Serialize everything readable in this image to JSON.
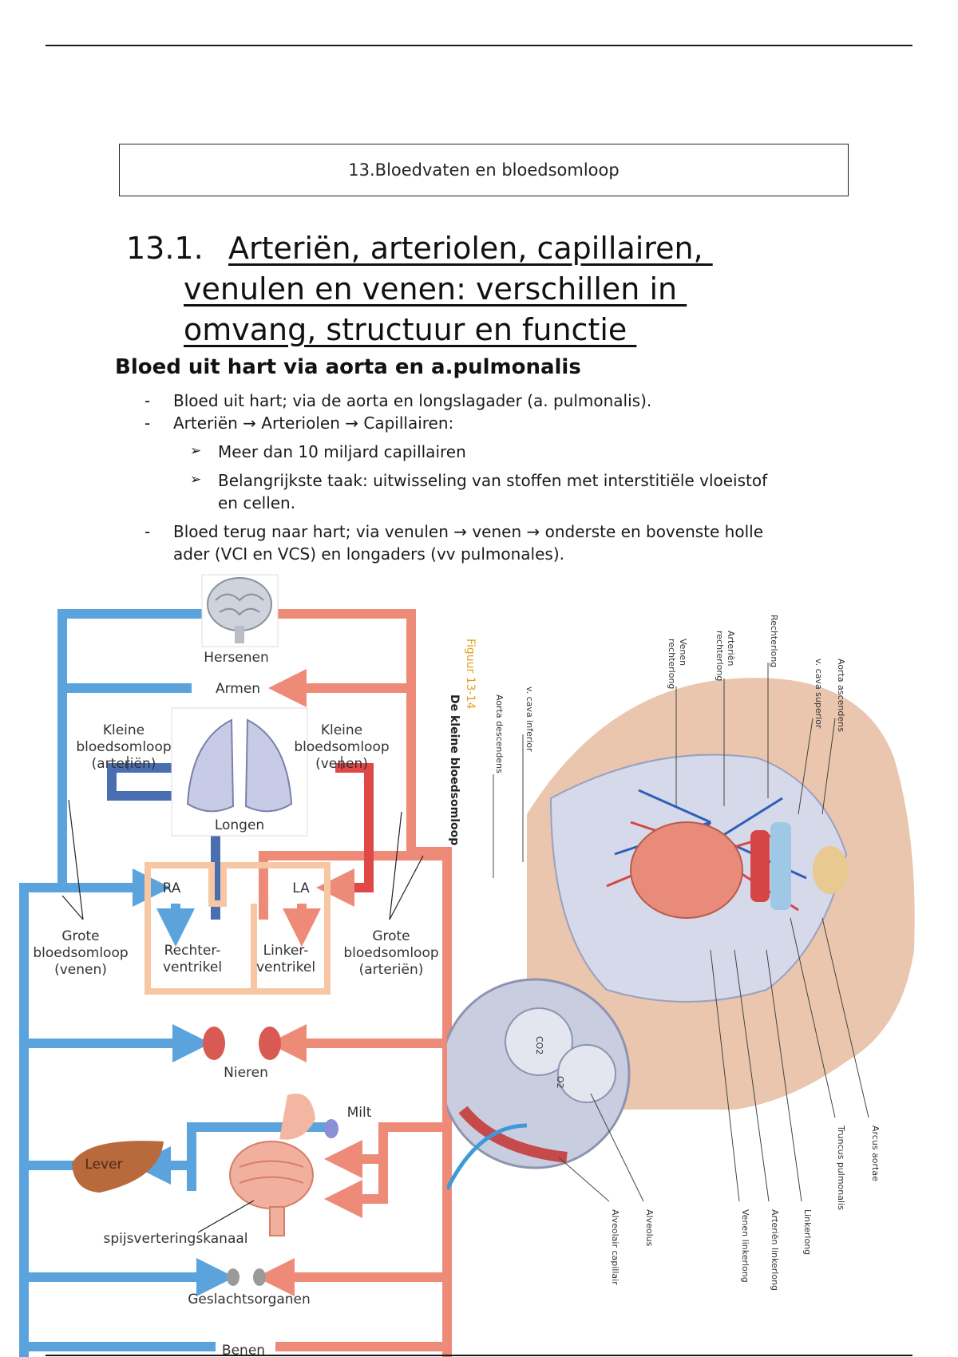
{
  "chapter": {
    "title": "13.Bloedvaten en bloedsomloop"
  },
  "section": {
    "number": "13.1.",
    "title_line1": "Arteriën, arteriolen, capillairen, ",
    "title_line2": "venulen en venen: verschillen in ",
    "title_line3": "omvang, structuur en functie "
  },
  "subheading": "Bloed uit hart via aorta en a.pulmonalis",
  "bullets": {
    "b1": "Bloed uit hart; via de aorta en longslagader (a. pulmonalis).",
    "b2": "Arteriën → Arteriolen → Capillairen:",
    "sub1": "Meer dan 10 miljard capillairen",
    "sub2_l1": "Belangrijkste taak: uitwisseling van stoffen met interstitiële vloeistof",
    "sub2_l2": "en cellen.",
    "b3_l1": "Bloed terug naar hart; via venulen → venen → onderste en bovenste holle",
    "b3_l2": "ader (VCI en VCS) en longaders (vv pulmonales)."
  },
  "figure_left": {
    "hersenen": "Hersenen",
    "armen": "Armen",
    "kleine_l1": "Kleine",
    "kleine_l2": "bloedsomloop",
    "kleine_art": "(arteriën)",
    "kleine_ven": "(venen)",
    "longen": "Longen",
    "ra": "RA",
    "la": "LA",
    "grote": "Grote",
    "grote_l2": "bloedsomloop",
    "grote_ven": "(venen)",
    "grote_art": "(arteriën)",
    "rechter_l1": "Rechter-",
    "rechter_l2": "ventrikel",
    "linker_l1": "Linker-",
    "linker_l2": "ventrikel",
    "nieren": "Nieren",
    "milt": "Milt",
    "lever": "Lever",
    "spijs": "spijsverteringskanaal",
    "geslacht": "Geslachtsorganen",
    "benen": "Benen",
    "colors": {
      "vein": "#5aa3dc",
      "artery": "#ee8a78",
      "vein_dark": "#4a6fb0",
      "artery_dark": "#e04848"
    }
  },
  "figure_right": {
    "fig_label": "Figuur 13-14",
    "fig_title": "De kleine bloedsomloop",
    "labels": {
      "vena_cava_inf": "v. cava inferior",
      "aorta_desc": "Aorta descendens",
      "venen_rechts_1": "Venen",
      "venen_rechts_2": "rechterlong",
      "arterien_rechts_1": "Arteriën",
      "arterien_rechts_2": "rechterlong",
      "rechterlong": "Rechterlong",
      "vena_cava_sup": "v. cava superior",
      "aorta_asc": "Aorta ascendens",
      "arcus": "Arcus aortae",
      "truncus": "Truncus pulmonalis",
      "linkerlong": "Linkerlong",
      "arterien_links": "Arteriën linkerlong",
      "venen_links": "Venen linkerlong",
      "alveolus": "Alveolus",
      "alveolair_cap": "Alveolair capillair",
      "co2": "CO2",
      "o2": "O2"
    }
  }
}
